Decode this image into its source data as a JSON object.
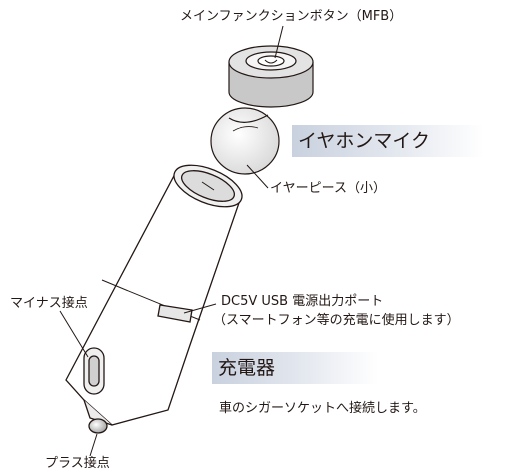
{
  "labels": {
    "mfb": "メインファンクションボタン（MFB）",
    "earphone_mic": "イヤホンマイク",
    "ear_piece": "イヤーピース（小）",
    "minus_contact": "マイナス接点",
    "usb_port_line1": "DC5V USB 電源出力ポート",
    "usb_port_line2": "（スマートフォン等の充電に使用します）",
    "charger": "充電器",
    "car_socket_note": "車のシガーソケットへ接続します。",
    "plus_contact": "プラス接点"
  },
  "colors": {
    "line": "#231815",
    "banner_gradient_start": "#c9d1df",
    "banner_gradient_end": "#ffffff"
  }
}
